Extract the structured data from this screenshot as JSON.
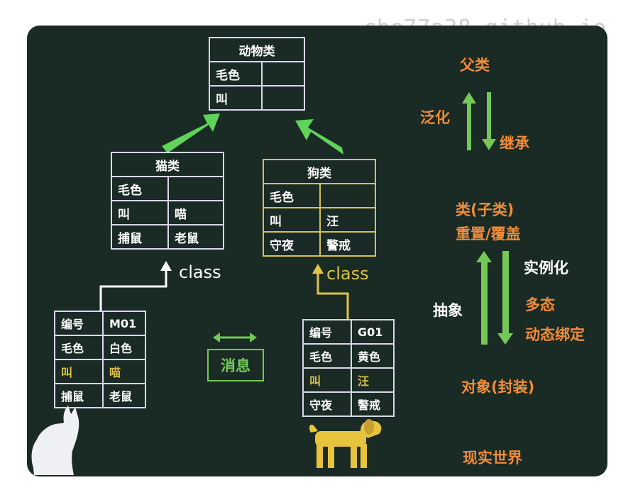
{
  "watermark": "che77a38.github.io",
  "animal": {
    "title": "动物类",
    "rows": [
      [
        "毛色",
        ""
      ],
      [
        "叫",
        ""
      ]
    ]
  },
  "cat": {
    "title": "猫类",
    "rows": [
      [
        "毛色",
        ""
      ],
      [
        "叫",
        "喵"
      ],
      [
        "捕鼠",
        "老鼠"
      ]
    ]
  },
  "dog": {
    "title": "狗类",
    "rows": [
      [
        "毛色",
        ""
      ],
      [
        "叫",
        "汪"
      ],
      [
        "守夜",
        "警戒"
      ]
    ]
  },
  "class_label": "class",
  "cat_obj": {
    "rows": [
      [
        "编号",
        "M01"
      ],
      [
        "毛色",
        "白色"
      ],
      [
        "叫",
        "喵"
      ],
      [
        "捕鼠",
        "老鼠"
      ]
    ]
  },
  "dog_obj": {
    "rows": [
      [
        "编号",
        "G01"
      ],
      [
        "毛色",
        "黄色"
      ],
      [
        "叫",
        "汪"
      ],
      [
        "守夜",
        "警戒"
      ]
    ]
  },
  "message": "消息",
  "right": {
    "parent": "父类",
    "generalize": "泛化",
    "inherit": "继承",
    "subclass": "类(子类)",
    "override": "重置/覆盖",
    "instantiate": "实例化",
    "abstract": "抽象",
    "polymorphism": "多态",
    "dynamic_binding": "动态绑定",
    "object": "对象(封装)",
    "real_world": "现实世界"
  },
  "colors": {
    "background": "#1a2a24",
    "green": "#74c956",
    "orange": "#f08c3c",
    "yellow": "#e0c34a"
  }
}
